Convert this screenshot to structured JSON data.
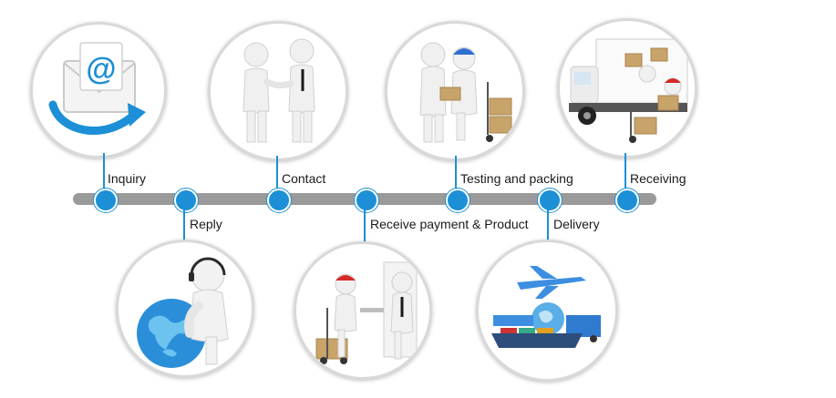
{
  "steps": [
    {
      "label": "Inquiry",
      "icon": "email-icon"
    },
    {
      "label": "Reply",
      "icon": "customer-service-globe-icon"
    },
    {
      "label": "Contact",
      "icon": "handshake-icon"
    },
    {
      "label": "Receive payment & Product",
      "icon": "payment-delivery-icon"
    },
    {
      "label": "Testing and packing",
      "icon": "packing-icon"
    },
    {
      "label": "Delivery",
      "icon": "shipping-icon"
    },
    {
      "label": "Receiving",
      "icon": "truck-receiving-icon"
    }
  ],
  "colors": {
    "accent": "#1c8fd6",
    "bar": "#9a9a9a",
    "box": "#c8a36a",
    "cap": "#d42a2a"
  }
}
